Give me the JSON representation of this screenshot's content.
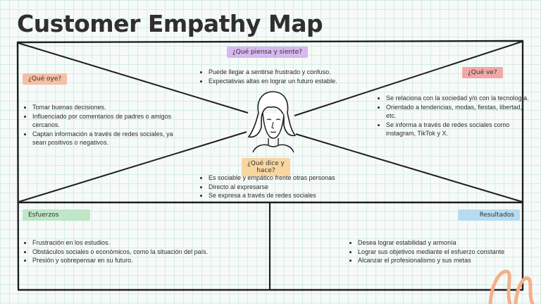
{
  "title": "Customer Empathy Map",
  "quadrants": {
    "thinks": {
      "label": "¿Qué piensa y siente?",
      "items": [
        "Puede llegar a sentirse frustrado y confuso.",
        "Expectativas altas en lograr un futuro estable."
      ]
    },
    "hears": {
      "label": "¿Qué oye?",
      "items": [
        "Tomar buenas decisiones.",
        "Influenciado por comentarios de padres o amigos cercanos.",
        "Captan información a través de redes sociales, ya sean positivos o negativos."
      ]
    },
    "sees": {
      "label": "¿Qué ve?",
      "items": [
        "Se relaciona con la sociedad y/o con la tecnología.",
        "Orientado a tendencias, modas, fiestas, libertad, etc.",
        "Se informa a través de redes sociales como instagram, TikTok y X."
      ]
    },
    "says_does": {
      "label_line1": "¿Qué dice y",
      "label_line2": "hace?",
      "items": [
        "Es sociable y  empático frente otras personas",
        "Directo al expresarse",
        "Se expresa a través de redes sociales"
      ]
    }
  },
  "efforts": {
    "label": "Esfuerzos",
    "items": [
      "Frustración en los estudios.",
      "Obstáculos sociales o económicos, como la situación del país.",
      "Presión y sobrepensar en su futuro."
    ]
  },
  "results": {
    "label": "Resultados",
    "items": [
      "Desea lograr estabilidad y armonía",
      "Lograr sus objetivos mediante el esfuerzo constante",
      "Alcanzar el profesionalismo y sus metas"
    ]
  },
  "colors": {
    "thinks_tag": "#d7b8ef",
    "hears_tag": "#f6bfa6",
    "sees_tag": "#f3a8a8",
    "says_tag": "#f8d6a0",
    "efforts_tag": "#bfe6c6",
    "results_tag": "#b8dcef",
    "accent_orange": "#f4b08a"
  }
}
